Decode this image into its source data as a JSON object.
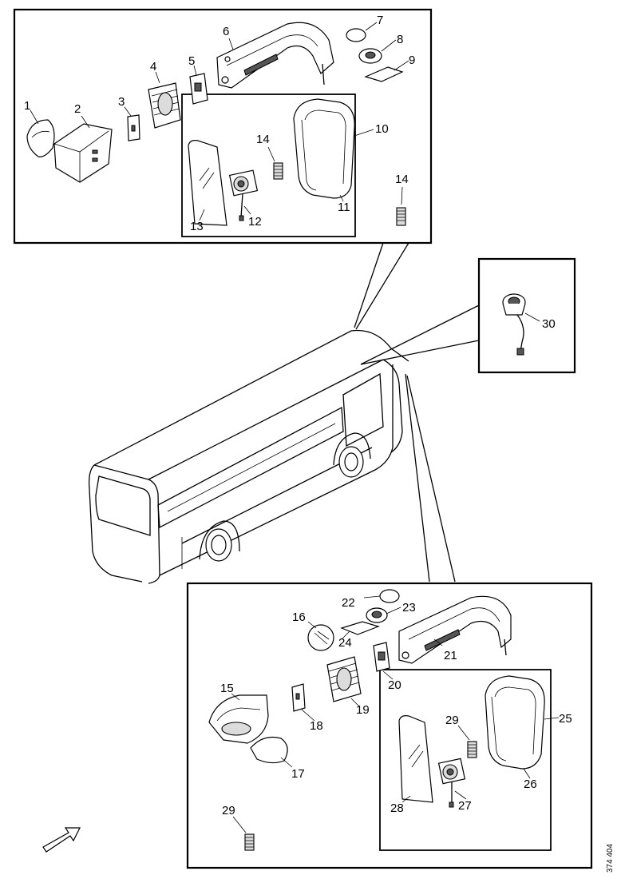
{
  "diagram": {
    "part_labels": [
      {
        "id": "p1",
        "text": "1"
      },
      {
        "id": "p2",
        "text": "2"
      },
      {
        "id": "p3",
        "text": "3"
      },
      {
        "id": "p4",
        "text": "4"
      },
      {
        "id": "p5",
        "text": "5"
      },
      {
        "id": "p6",
        "text": "6"
      },
      {
        "id": "p7",
        "text": "7"
      },
      {
        "id": "p8",
        "text": "8"
      },
      {
        "id": "p9",
        "text": "9"
      },
      {
        "id": "p10",
        "text": "10"
      },
      {
        "id": "p11",
        "text": "11"
      },
      {
        "id": "p12",
        "text": "12"
      },
      {
        "id": "p13",
        "text": "13"
      },
      {
        "id": "p14a",
        "text": "14"
      },
      {
        "id": "p14b",
        "text": "14"
      },
      {
        "id": "p15",
        "text": "15"
      },
      {
        "id": "p16",
        "text": "16"
      },
      {
        "id": "p17",
        "text": "17"
      },
      {
        "id": "p18",
        "text": "18"
      },
      {
        "id": "p19",
        "text": "19"
      },
      {
        "id": "p20",
        "text": "20"
      },
      {
        "id": "p21",
        "text": "21"
      },
      {
        "id": "p22",
        "text": "22"
      },
      {
        "id": "p23",
        "text": "23"
      },
      {
        "id": "p24",
        "text": "24"
      },
      {
        "id": "p25",
        "text": "25"
      },
      {
        "id": "p26",
        "text": "26"
      },
      {
        "id": "p27",
        "text": "27"
      },
      {
        "id": "p28",
        "text": "28"
      },
      {
        "id": "p29a",
        "text": "29"
      },
      {
        "id": "p29b",
        "text": "29"
      },
      {
        "id": "p30",
        "text": "30"
      }
    ],
    "reference_code": "374 404"
  }
}
